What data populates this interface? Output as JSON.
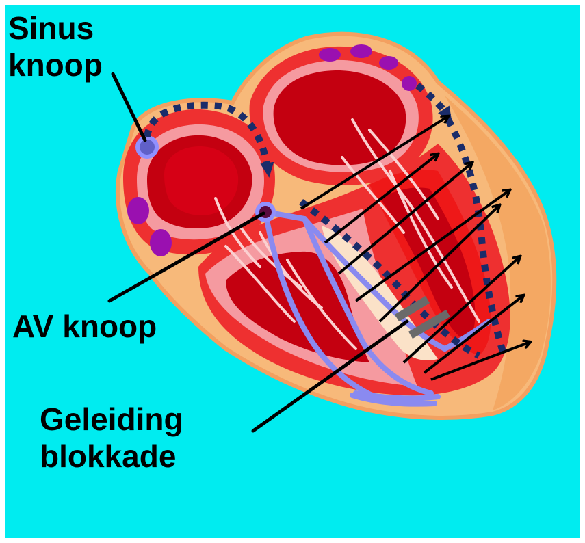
{
  "labels": {
    "sinus_line1": "Sinus",
    "sinus_line2": "knoop",
    "av": "AV knoop",
    "block_line1": "Geleiding",
    "block_line2": "blokkade"
  },
  "colors": {
    "background": "#00ecf0",
    "outer_wall": "#f7b97a",
    "outer_wall_dark": "#f3a060",
    "muscle_red": "#ee3030",
    "chamber_dark": "#c40010",
    "chamber_pink": "#f59aa0",
    "conduction_path": "#8a8af0",
    "dashed_path": "#1a2c6a",
    "purple_spots": "#9a10b0",
    "arrows": "#000000",
    "block_mark": "#6a6a6a"
  }
}
